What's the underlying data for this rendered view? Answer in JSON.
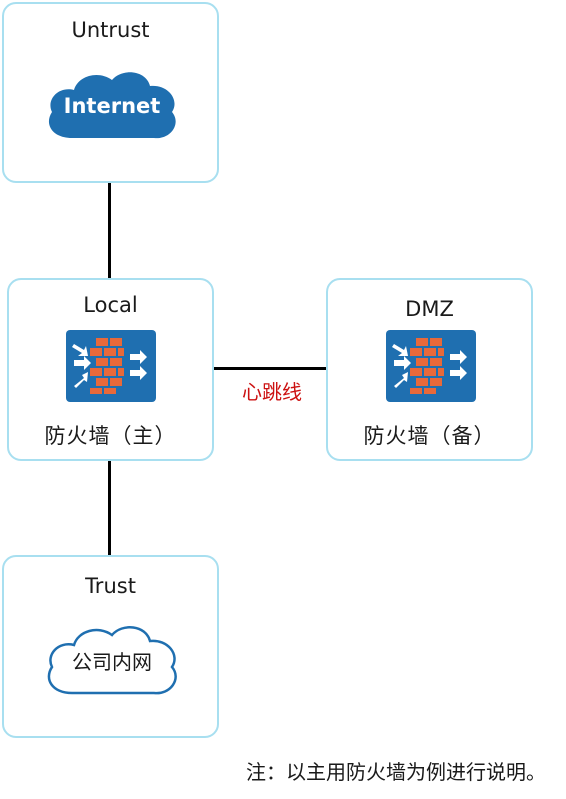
{
  "zones": {
    "untrust": {
      "title": "Untrust",
      "cloud_label": "Internet"
    },
    "local": {
      "title": "Local",
      "device_label": "防火墙（主）"
    },
    "dmz": {
      "title": "DMZ",
      "device_label": "防火墙（备）"
    },
    "trust": {
      "title": "Trust",
      "cloud_label": "公司内网"
    }
  },
  "links": {
    "heartbeat_label": "心跳线"
  },
  "footnote": "注：以主用防火墙为例进行说明。",
  "colors": {
    "zone_border": "#a8dff0",
    "cloud_fill": "#1f6fb0",
    "cloud_outline": "#1f6fb0",
    "firewall_bg": "#1f6fb0",
    "firewall_brick": "#e8693a",
    "heartbeat_text": "#cc1111"
  },
  "icons": [
    "cloud-icon",
    "firewall-icon"
  ]
}
